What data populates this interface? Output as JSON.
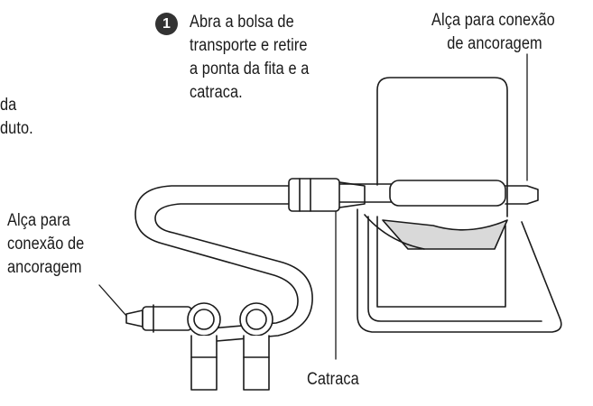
{
  "step": {
    "number": "1",
    "lines": [
      "Abra a bolsa de",
      "transporte e retire",
      "a ponta da fita e a",
      "catraca."
    ]
  },
  "callouts": {
    "anchor_top_right": [
      "Alça para conexão",
      "de ancoragem"
    ],
    "anchor_left": [
      "Alça para",
      "conexão de",
      "ancoragem"
    ],
    "ratchet": "Catraca",
    "cut_off_left": [
      "da",
      "duto."
    ]
  },
  "colors": {
    "ink": "#1a1a1a",
    "shade": "#d9d9d9",
    "badge": "#333333"
  }
}
